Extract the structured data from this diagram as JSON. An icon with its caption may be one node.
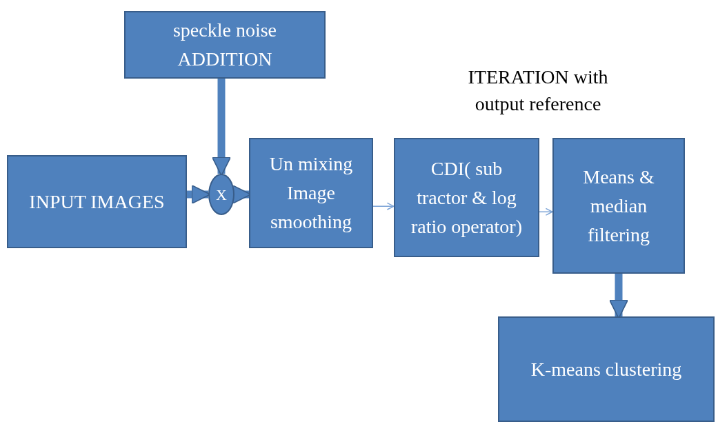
{
  "diagram": {
    "nodes": [
      {
        "text": [
          "speckle noise ADDITION"
        ]
      },
      {
        "text": [
          "INPUT IMAGES"
        ]
      },
      {
        "text": [
          "X"
        ]
      },
      {
        "text": [
          "Un mixing Image smoothing"
        ]
      },
      {
        "text": [
          "CDI( sub tractor & log ratio operator)"
        ]
      },
      {
        "text": [
          "Means & median filtering"
        ]
      },
      {
        "text": [
          "K-means clustering"
        ]
      }
    ],
    "edges": [
      {
        "from": 0,
        "to": 2,
        "arrow": "to"
      },
      {
        "from": 1,
        "to": 2,
        "arrow": "to"
      },
      {
        "from": 2,
        "to": 3,
        "arrow": "to"
      },
      {
        "from": 3,
        "to": 4,
        "arrow": "to",
        "color": "#7ba3d6"
      },
      {
        "from": 4,
        "to": 5,
        "arrow": "to",
        "color": "#7ba3d6"
      },
      {
        "from": 5,
        "to": 6,
        "arrow": "to"
      }
    ],
    "labels": [
      "ITERATION with output reference"
    ]
  }
}
